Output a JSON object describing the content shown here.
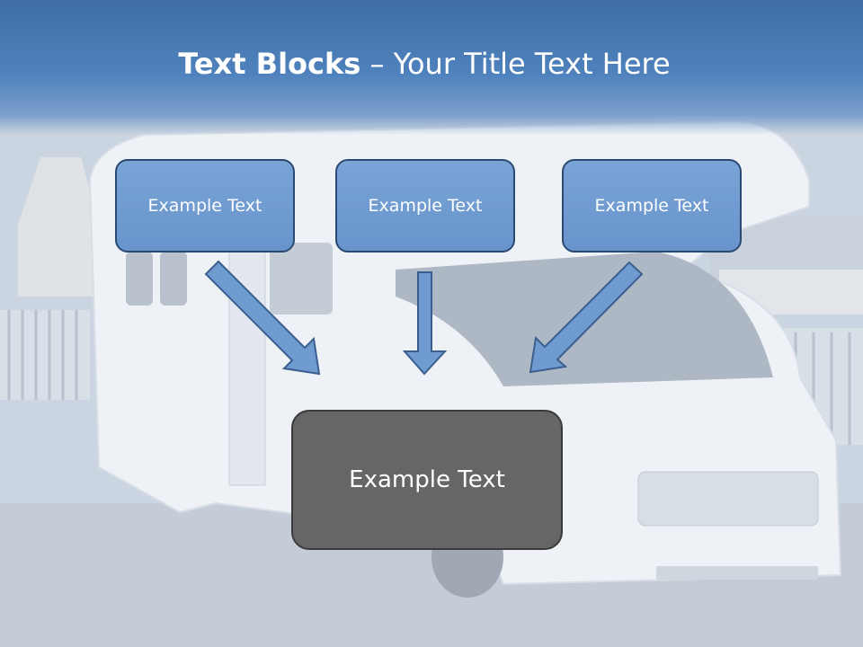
{
  "slide": {
    "title_bold": "Text Blocks",
    "title_dash": " – ",
    "title_rest": "Your Title Text Here"
  },
  "blocks": [
    {
      "text": "Example Text"
    },
    {
      "text": "Example Text"
    },
    {
      "text": "Example Text"
    }
  ],
  "result_block": {
    "text": "Example Text"
  },
  "colors": {
    "header": "#4f82bd",
    "block_fill": "#7aa4d6",
    "block_border": "#2b4a73",
    "result_fill": "#666666",
    "arrow_fill": "#6f9bd1"
  }
}
